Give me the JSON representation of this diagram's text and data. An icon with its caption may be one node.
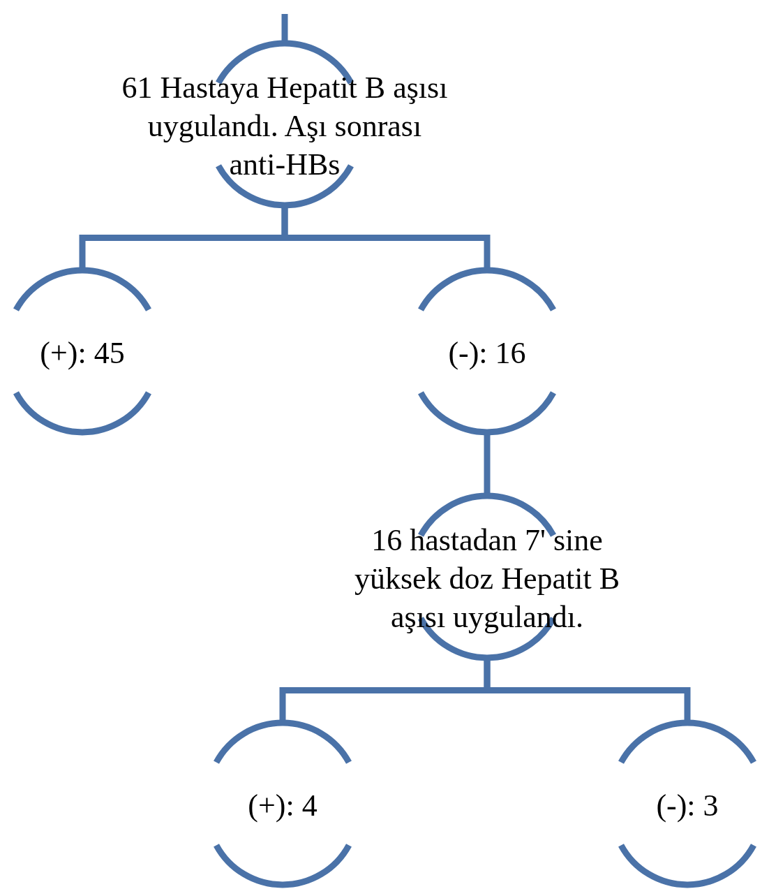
{
  "diagram": {
    "nodes": [
      {
        "text": [
          "61 Hastaya Hepatit B aşısı uygulandı. Aşı sonrası anti-HBs"
        ]
      },
      {
        "text": [
          "(+): 45"
        ]
      },
      {
        "text": [
          "(-): 16"
        ]
      },
      {
        "text": [
          "16 hastadan 7' sine yüksek doz Hepatit B aşısı uygulandı."
        ]
      },
      {
        "text": [
          "(+): 4"
        ]
      },
      {
        "text": [
          "(-): 3"
        ]
      }
    ],
    "edges": [
      {
        "from": null,
        "to": 0,
        "arrow": "none"
      },
      {
        "from": 0,
        "to": 1,
        "arrow": "none"
      },
      {
        "from": 0,
        "to": 2,
        "arrow": "none"
      },
      {
        "from": 2,
        "to": 3,
        "arrow": "none"
      },
      {
        "from": 3,
        "to": 4,
        "arrow": "none"
      },
      {
        "from": 3,
        "to": 5,
        "arrow": "none"
      }
    ]
  }
}
